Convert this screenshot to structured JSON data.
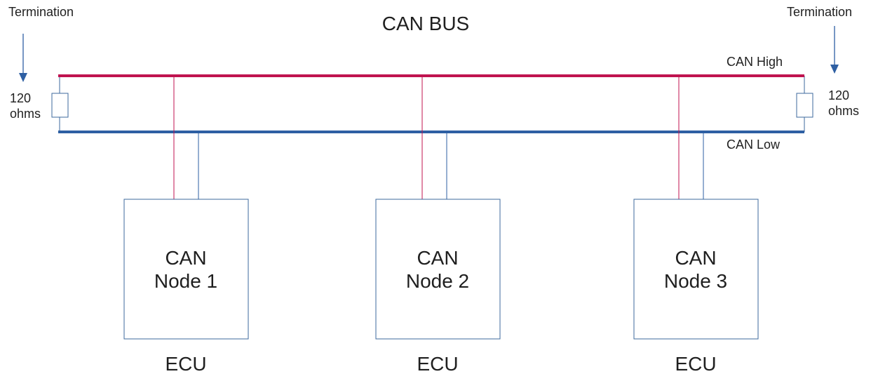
{
  "title": "CAN BUS",
  "bus": {
    "high_label": "CAN High",
    "low_label": "CAN Low"
  },
  "terminations": [
    {
      "label": "Termination",
      "resistance_line1": "120",
      "resistance_line2": "ohms"
    },
    {
      "label": "Termination",
      "resistance_line1": "120",
      "resistance_line2": "ohms"
    }
  ],
  "nodes": [
    {
      "line1": "CAN",
      "line2": "Node 1",
      "caption": "ECU"
    },
    {
      "line1": "CAN",
      "line2": "Node 2",
      "caption": "ECU"
    },
    {
      "line1": "CAN",
      "line2": "Node 3",
      "caption": "ECU"
    }
  ],
  "colors": {
    "can_high": "#c0134f",
    "can_low": "#2e5fa3",
    "arrow": "#2e5fa3",
    "box_outline": "#3d6a9e",
    "text": "#1f1f1f"
  }
}
